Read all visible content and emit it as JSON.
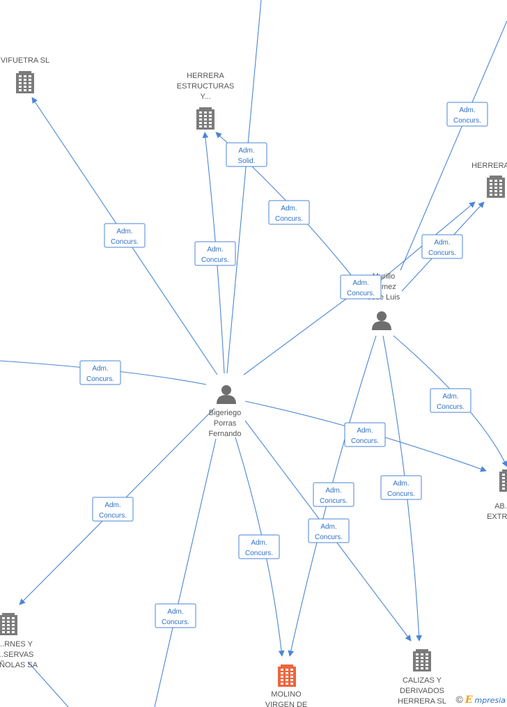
{
  "nodes": [
    {
      "id": "vifuetra",
      "kind": "company",
      "lines": [
        "VIFUETRA SL"
      ]
    },
    {
      "id": "herrera_estructuras",
      "kind": "company",
      "lines": [
        "HERRERA",
        "ESTRUCTURAS",
        "Y..."
      ]
    },
    {
      "id": "herrera_right",
      "kind": "company",
      "lines": [
        "HERRERA"
      ]
    },
    {
      "id": "murillo",
      "kind": "person",
      "lines": [
        "Murillo",
        "Gomez",
        "Jose Luis"
      ]
    },
    {
      "id": "bigeriego",
      "kind": "person",
      "lines": [
        "Bigeriego",
        "Porras",
        "Fernando"
      ]
    },
    {
      "id": "abastos",
      "kind": "company",
      "lines": [
        "AB...",
        "EXTRE..."
      ]
    },
    {
      "id": "carnes",
      "kind": "company",
      "lines": [
        "...RNES Y",
        "...SERVAS",
        "...ÑOLAS SA"
      ]
    },
    {
      "id": "molino",
      "kind": "company-main",
      "lines": [
        "MOLINO",
        "VIRGEN DE"
      ]
    },
    {
      "id": "calizas",
      "kind": "company",
      "lines": [
        "CALIZAS Y",
        "DERIVADOS",
        "HERRERA SL"
      ]
    }
  ],
  "badges": [
    {
      "id": "b1",
      "lines": [
        "Adm.",
        "Concurs."
      ]
    },
    {
      "id": "b2",
      "lines": [
        "Adm.",
        "Solid."
      ]
    },
    {
      "id": "b3",
      "lines": [
        "Adm.",
        "Concurs."
      ]
    },
    {
      "id": "b4",
      "lines": [
        "Adm.",
        "Concurs."
      ]
    },
    {
      "id": "b5",
      "lines": [
        "Adm.",
        "Concurs."
      ]
    },
    {
      "id": "b6",
      "lines": [
        "Adm.",
        "Concurs."
      ]
    },
    {
      "id": "b7",
      "lines": [
        "Adm.",
        "Concurs."
      ]
    },
    {
      "id": "b8",
      "lines": [
        "Adm.",
        "Concurs."
      ]
    },
    {
      "id": "b9",
      "lines": [
        "Adm.",
        "Concurs."
      ]
    },
    {
      "id": "b10",
      "lines": [
        "Adm.",
        "Concurs."
      ]
    },
    {
      "id": "b11",
      "lines": [
        "Adm.",
        "Concurs."
      ]
    },
    {
      "id": "b12",
      "lines": [
        "Adm.",
        "Concurs."
      ]
    },
    {
      "id": "b13",
      "lines": [
        "Adm.",
        "Concurs."
      ]
    },
    {
      "id": "b14",
      "lines": [
        "Adm.",
        "Concurs."
      ]
    },
    {
      "id": "b15",
      "lines": [
        "Adm.",
        "Concurs."
      ]
    },
    {
      "id": "b16",
      "lines": [
        "Adm.",
        "Concurs."
      ]
    }
  ],
  "footer": {
    "copyright": "©",
    "brand_first": "E",
    "brand_rest": "mpresia"
  },
  "colors": {
    "edge": "#4a86d4",
    "badge_text": "#2f6fc4",
    "company": "#7b7b7b",
    "main_company": "#f0643c",
    "person": "#6e6e6e"
  }
}
